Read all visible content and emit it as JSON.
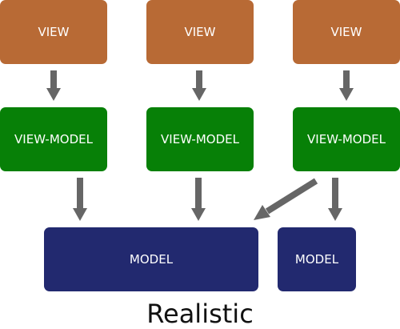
{
  "colors": {
    "view": "#b86a35",
    "view_model": "#078007",
    "model": "#22296f",
    "arrow": "#666666"
  },
  "views": [
    {
      "label": "VIEW"
    },
    {
      "label": "VIEW"
    },
    {
      "label": "VIEW"
    }
  ],
  "view_models": [
    {
      "label": "VIEW-MODEL"
    },
    {
      "label": "VIEW-MODEL"
    },
    {
      "label": "VIEW-MODEL"
    }
  ],
  "models": [
    {
      "label": "MODEL"
    },
    {
      "label": "MODEL"
    }
  ],
  "caption": "Realistic"
}
